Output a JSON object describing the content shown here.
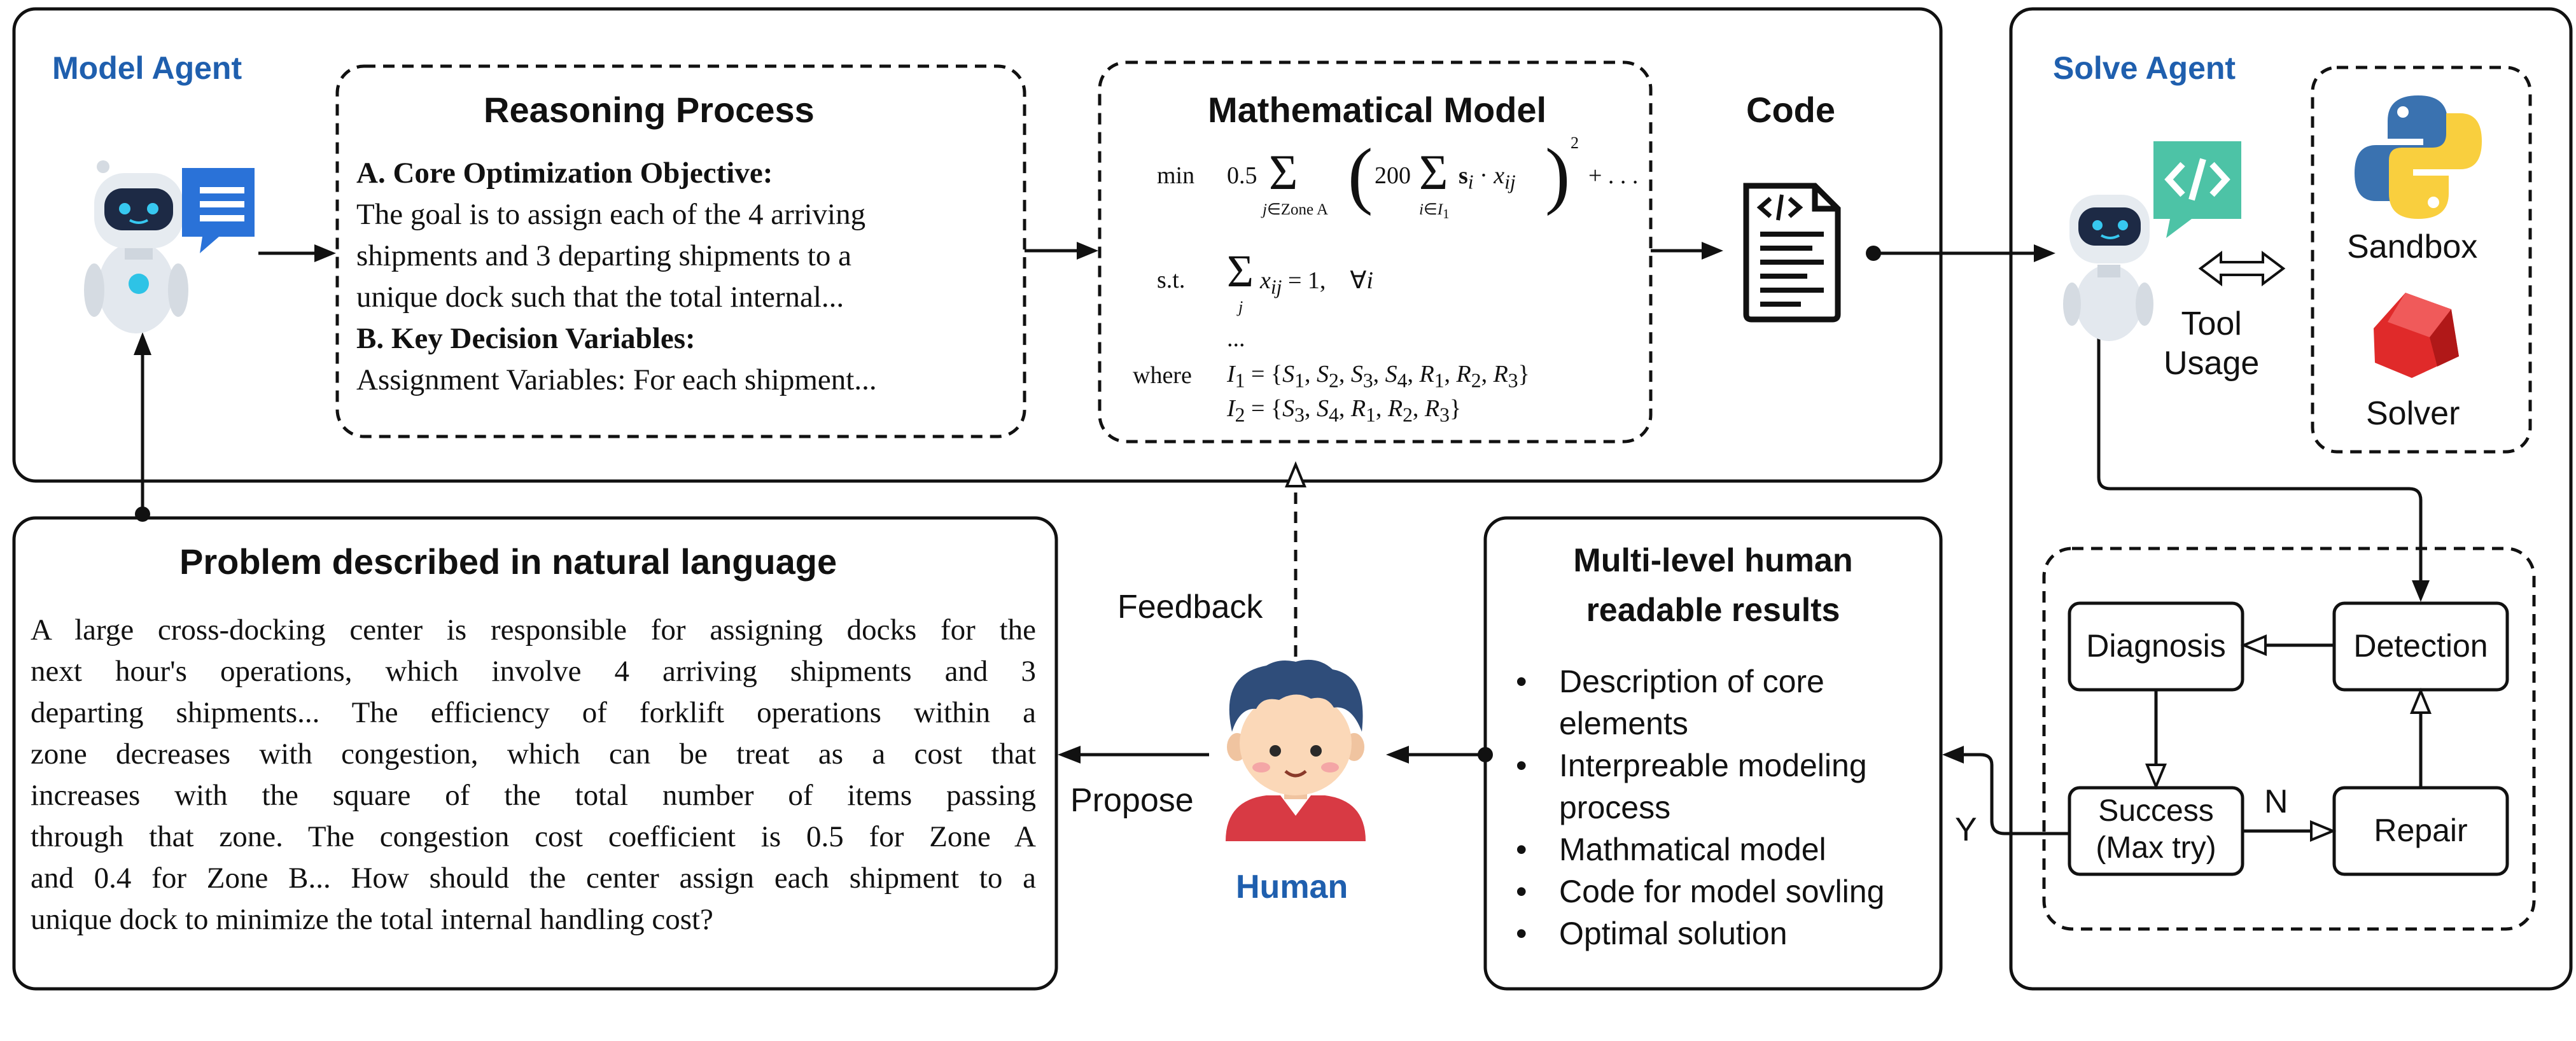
{
  "model_agent": {
    "label": "Model Agent",
    "reasoning": {
      "title": "Reasoning Process",
      "heading_a": "A. Core Optimization Objective:",
      "lines_a": [
        "The goal is to assign each of the 4 arriving",
        "shipments and 3 departing shipments to a",
        "unique dock such that the total internal..."
      ],
      "heading_b": "B. Key Decision Variables:",
      "lines_b": [
        "Assignment Variables: For each shipment..."
      ]
    },
    "math_model": {
      "title": "Mathematical Model",
      "min_label": "min",
      "st_label": "s.t.",
      "where_label": "where",
      "objective": "0.5 Σ_{j∈Zone A} ( 200 Σ_{i∈I1} s_i · x_ij )² + ...",
      "constraint": "Σ_j x_ij = 1,  ∀i",
      "ellipsis": "...",
      "set_i1": "I1 = {S1, S2, S3, S4, R1, R2, R3}",
      "set_i2": "I2 = {S3, S4, R1, R2, R3}"
    },
    "code_label": "Code"
  },
  "solve_agent": {
    "label": "Solve Agent",
    "tool_usage": [
      "Tool",
      "Usage"
    ],
    "sandbox": "Sandbox",
    "solver": "Solver",
    "loop": {
      "diagnosis": "Diagnosis",
      "detection": "Detection",
      "success": [
        "Success",
        "(Max try)"
      ],
      "repair": "Repair",
      "n_label": "N",
      "y_label": "Y"
    }
  },
  "problem": {
    "title": "Problem described in natural language",
    "lines": [
      "A large cross-docking center is responsible for assigning docks for the",
      "next hour's operations, which involve 4 arriving shipments and 3",
      "departing shipments... The efficiency of forklift operations within a",
      "zone decreases with congestion, which can be treat as a cost that",
      "increases with the square of the total number of items passing",
      "through that zone. The congestion cost coefficient is 0.5 for Zone A",
      "and 0.4 for Zone B... How should the center assign each shipment to a",
      "unique dock to minimize the total internal handling cost?"
    ]
  },
  "human": {
    "label": "Human",
    "feedback": "Feedback",
    "propose": "Propose"
  },
  "results": {
    "title_lines": [
      "Multi-level human",
      "readable results"
    ],
    "items": [
      [
        "Description of core",
        "elements"
      ],
      [
        "Interpreable modeling",
        "process"
      ],
      [
        "Mathmatical model"
      ],
      [
        "Code for model sovling"
      ],
      [
        "Optimal solution"
      ]
    ]
  },
  "colors": {
    "accent": "#1f5fae",
    "line": "#111111"
  }
}
